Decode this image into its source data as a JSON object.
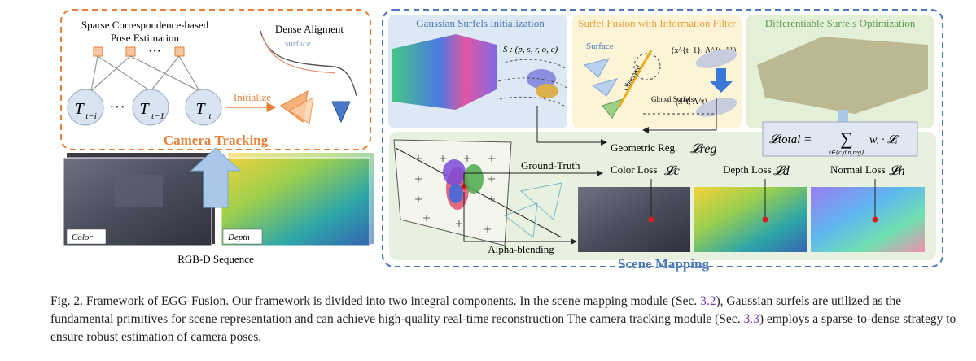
{
  "tracking": {
    "title": "Camera Tracking",
    "sparse_label_1": "Sparse Correspondence-based",
    "sparse_label_2": "Pose Estimation",
    "dense_label": "Dense Aligment",
    "surface_label": "surface",
    "node_1": "T",
    "node_1_sub": "t−i",
    "node_2": "T",
    "node_2_sub": "t−1",
    "node_3": "T",
    "node_3_sub": "t",
    "ellipsis": "···",
    "ellipsis_top": "···",
    "initialize_label": "Initialize"
  },
  "rgbd": {
    "color_label": "Color",
    "depth_label": "Depth",
    "sequence_label": "RGB-D Sequence"
  },
  "mapping": {
    "title": "Scene Mapping",
    "init_title": "Gaussian Surfels Initialization",
    "surfel_params": "S : (p, s, r, o, c)",
    "fusion_title": "Surfel Fusion with Information Filter",
    "fusion_surface": "Surface",
    "fusion_observed": "Observed",
    "fusion_global": "Global Surfels",
    "fusion_prev": "(x^{t−1}, Λ^{t−1})",
    "fusion_curr": "(x^t, Λ^t)",
    "opt_title": "Differentiable Surfels Optimization",
    "loss_total_lhs": "𝓛total =",
    "loss_total_rhs": "wᵢ · 𝓛ᵢ",
    "loss_total_sub": "i∈{c,d,n,reg}",
    "geo_reg": "Geometric Reg.",
    "geo_reg_sym": "𝓛reg",
    "ground_truth": "Ground-Truth",
    "color_loss": "Color Loss",
    "color_loss_sym": "𝓛c",
    "depth_loss": "Depth Loss",
    "depth_loss_sym": "𝓛d",
    "normal_loss": "Normal Loss",
    "normal_loss_sym": "𝓛n",
    "alpha_blending": "Alpha-blending"
  },
  "caption": {
    "p1": "Fig. 2.  Framework of EGG-Fusion. Our framework is divided into two integral components. In the scene mapping module (Sec. ",
    "ref1": "3.2",
    "p2": "), Gaussian surfels are utilized as the fundamental primitives for scene representation and can achieve high-quality real-time reconstruction The camera tracking module (Sec. ",
    "ref2": "3.3",
    "p3": ") employs a sparse-to-dense strategy to ensure robust estimation of camera poses."
  },
  "colors": {
    "tracking_accent": "#e8803a",
    "mapping_accent": "#4a78b8",
    "node_fill": "#d8e4f2",
    "init_panel": "#dde8f5",
    "fusion_panel": "#fdf3d6",
    "opt_panel": "#e4efd8",
    "mapping_panel": "#e8f0df"
  }
}
